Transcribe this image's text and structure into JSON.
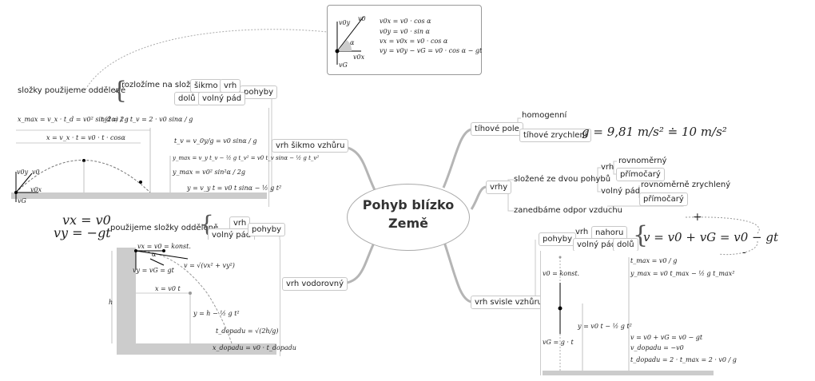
{
  "central": {
    "line1": "Pohyb blízko",
    "line2": "Země"
  },
  "sikmy": {
    "label": "vrh šikmo vzhůru",
    "intro": "složky použijeme odděleně",
    "rozlozime": "rozložíme na složky",
    "sikmo": "šikmo",
    "vrh": "vrh",
    "pohyby": "pohyby",
    "dolu": "dolů",
    "volny_pad": "volný pád",
    "eq_xmax": "x_max = v_x · t_d = v0² sin(2α) / g",
    "eq_td": "t_d = 2 · t_v = 2 · v0 sinα / g",
    "eq_x": "x = v_x · t = v0 · t · cosα",
    "eq_tv": "t_v = v_0y/g = v0 sinα / g",
    "eq_ymax1": "y_max = v_y t_v − ½ g t_v² = v0 t_v sinα − ½ g t_v²",
    "eq_ymax2": "y_max = v0² sin²α / 2g",
    "eq_y": "y = v_y t = v0 t sinα − ½ g t²",
    "lbl_v0y": "v0y",
    "lbl_v0": "v0",
    "lbl_v0x": "v0x",
    "lbl_vG": "vG"
  },
  "vector_panel": {
    "eq1": "v0x = v0 · cos α",
    "eq2": "v0y = v0 · sin α",
    "eq3": "vx = v0x = v0 · cos α",
    "eq4": "vy = v0y − vG = v0 · cos α − gt",
    "lbl_v0y": "v0y",
    "lbl_v0": "v0",
    "lbl_alpha": "α",
    "lbl_v0x": "v0x",
    "lbl_vG": "vG"
  },
  "vodorovny": {
    "label": "vrh vodorovný",
    "pouzijeme": "použijeme složky odděleně",
    "vrh": "vrh",
    "volny_pad": "volný pád",
    "pohyby": "pohyby",
    "big_vx": "vx = v0",
    "big_vy": "vy = −gt",
    "eq_vx": "vx = v0 = konst.",
    "eq_alpha": "α",
    "eq_vy": "vy = vG = gt",
    "eq_v": "v = √(vx² + vy²)",
    "eq_x": "x = v0 t",
    "eq_h": "h",
    "eq_y": "y = h − ½ g t²",
    "eq_td": "t_dopadu = √(2h/g)",
    "eq_xd": "x_dopadu = v0 · t_dopadu"
  },
  "tihove": {
    "label": "tíhové pole",
    "homogenni": "homogenní",
    "zrychleni": "tíhové zrychlení",
    "g_eq": "g = 9,81 m/s² ≐ 10 m/s²"
  },
  "vrhy": {
    "label": "vrhy",
    "slozene": "složené ze dvou pohybů",
    "vrh": "vrh",
    "rovnomerny": "rovnoměrný",
    "primocary1": "přímočarý",
    "volny_pad": "volný pád",
    "rovnomerne_zr": "rovnoměrně zrychlený",
    "primocary2": "přímočarý",
    "zanedbame": "zanedbáme odpor vzduchu"
  },
  "svisle": {
    "label": "vrh svisle vzhůru",
    "pohyby": "pohyby",
    "vrh": "vrh",
    "nahoru": "nahoru",
    "volny_pad": "volný pád",
    "dolu": "dolů",
    "big_eq": "v = v0 + vG = v0 − gt",
    "plus": "+",
    "minus": "-",
    "eq_tmax": "t_max = v0 / g",
    "eq_ymax": "y_max = v0 t_max − ½ g t_max²",
    "eq_v0": "v0 = konst.",
    "eq_y": "y = v0 t − ½ g t²",
    "eq_v": "v = v0 + vG = v0 − gt",
    "eq_vd": "v_dopadu = −v0",
    "eq_vG": "vG = g · t",
    "eq_tdop": "t_dopadu = 2 · t_max = 2 · v0 / g"
  }
}
